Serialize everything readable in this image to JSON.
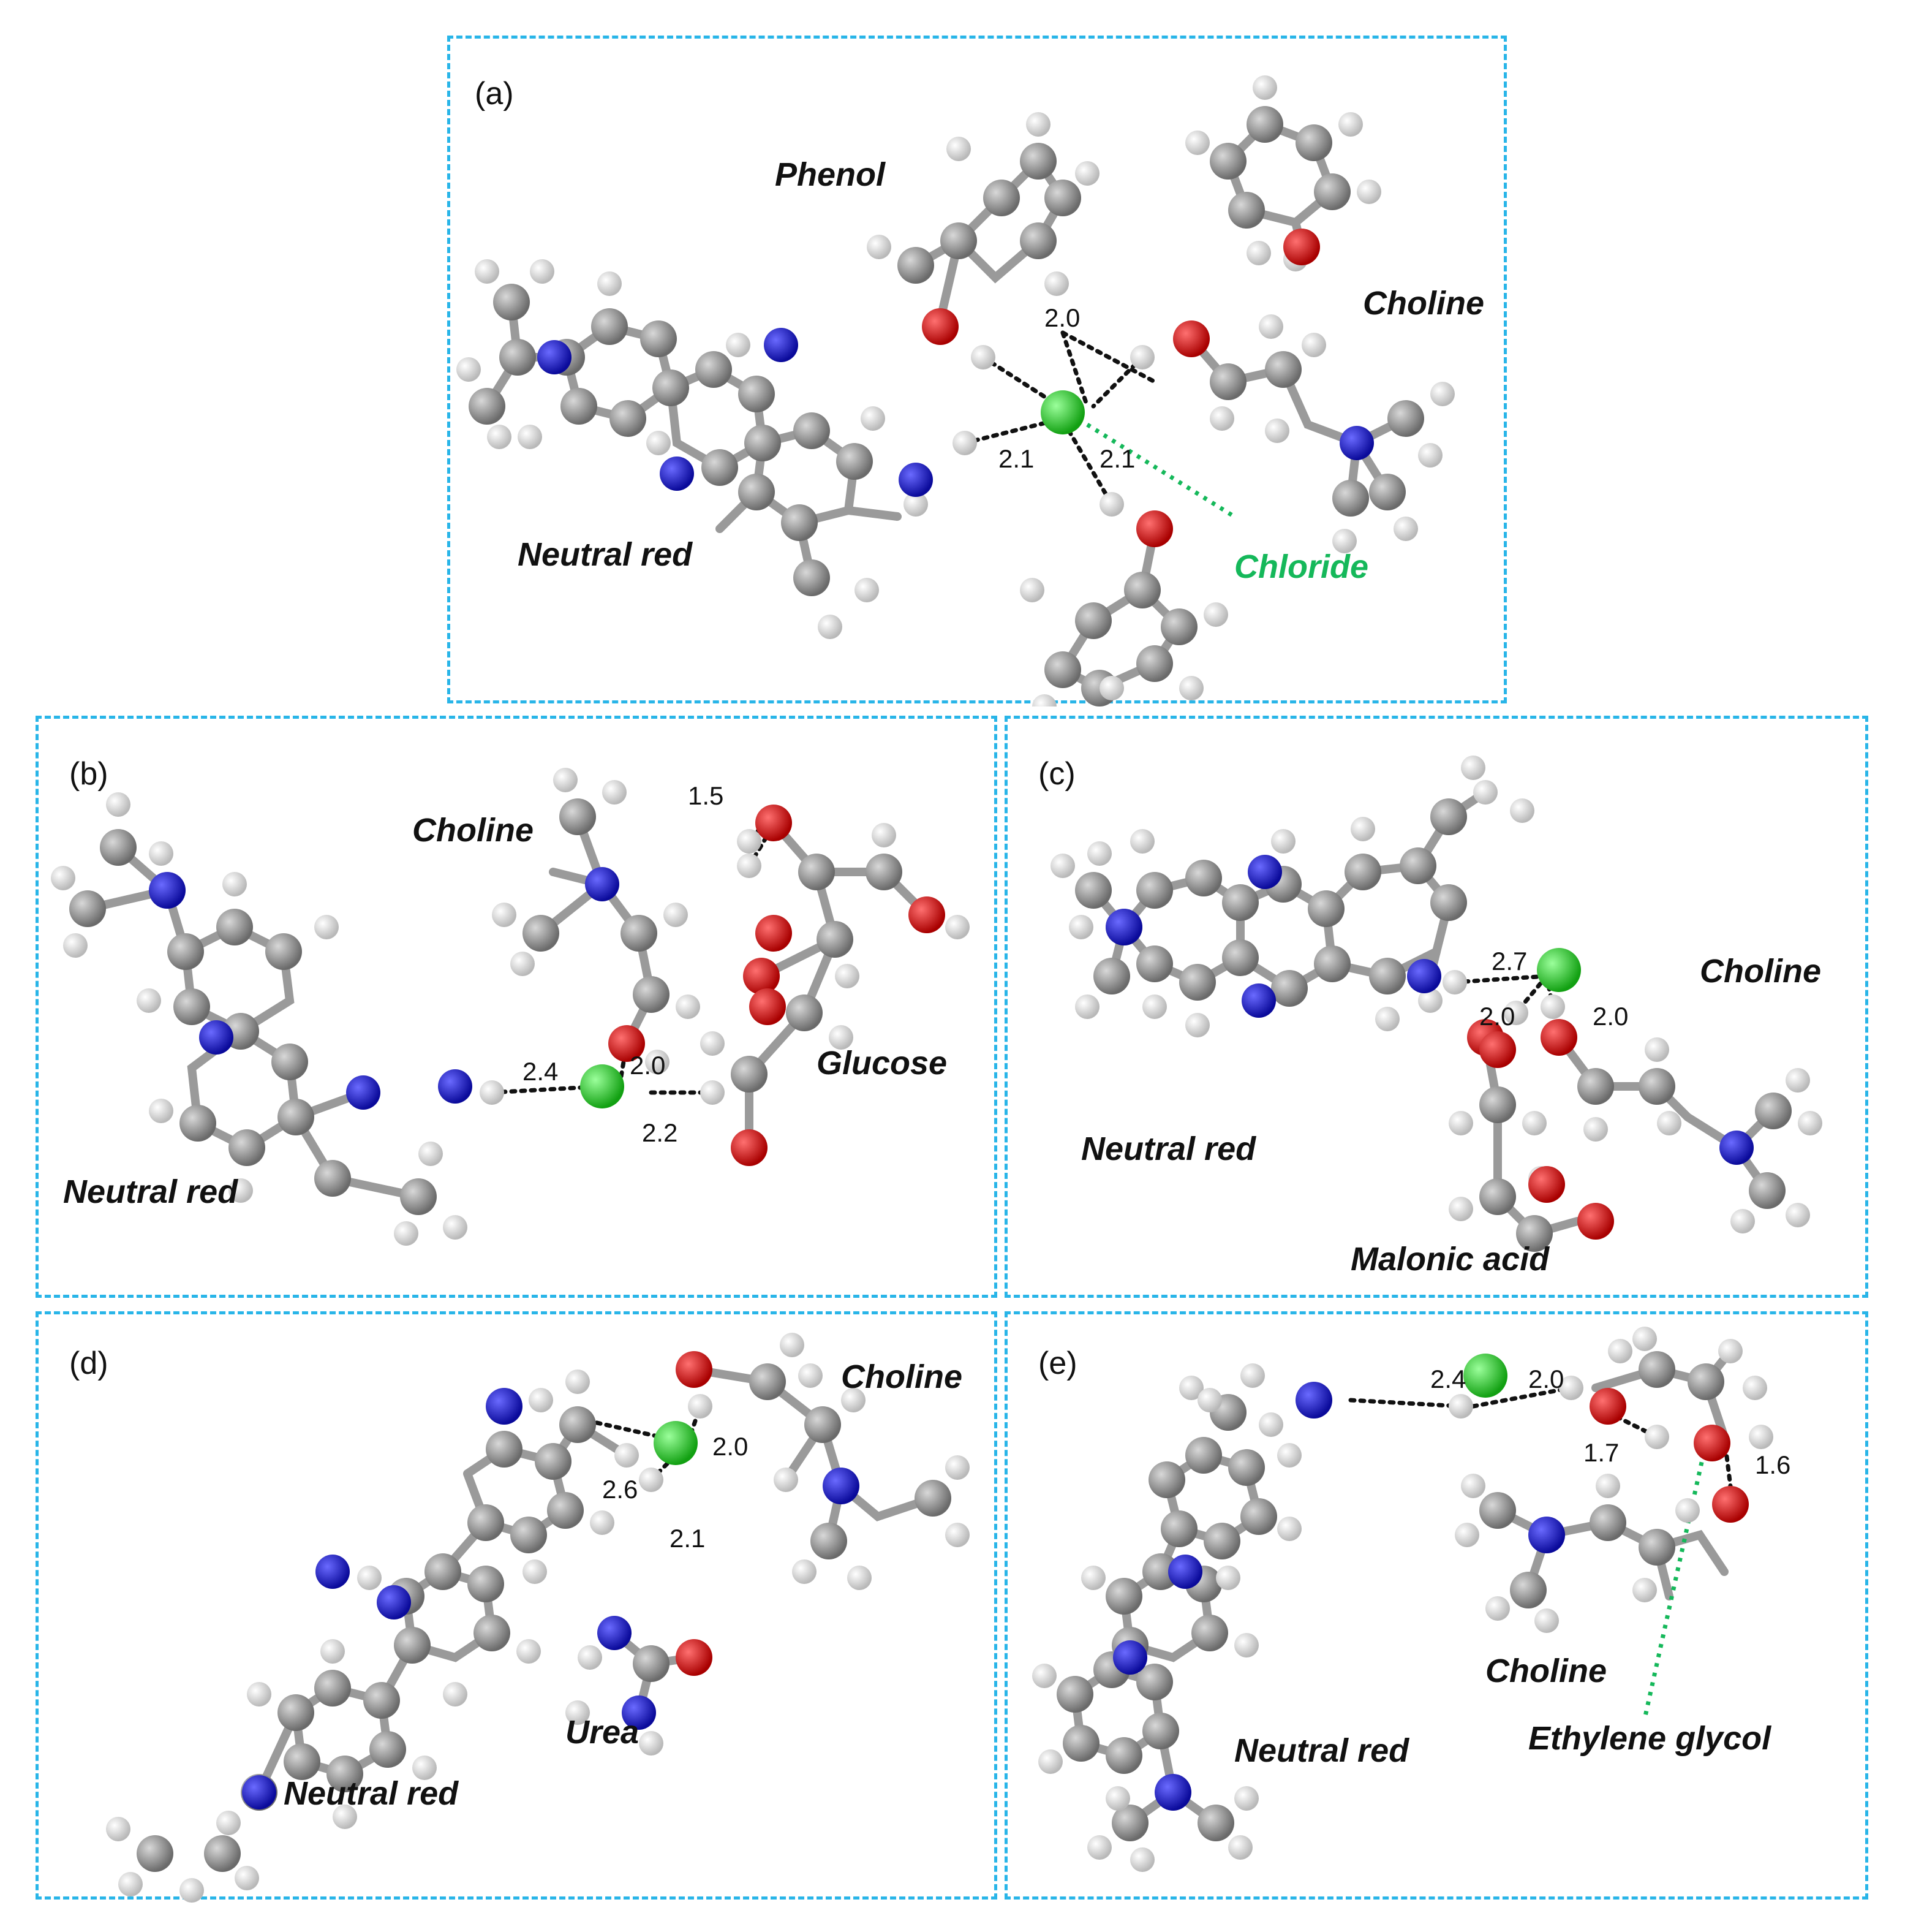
{
  "panels": {
    "a": {
      "label": "(a)",
      "molecules": [
        "Phenol",
        "Choline",
        "Neutral red",
        "Chloride"
      ],
      "distances": [
        "2.0",
        "2.1",
        "2.1"
      ]
    },
    "b": {
      "label": "(b)",
      "molecules": [
        "Choline",
        "Glucose",
        "Neutral red"
      ],
      "distances": [
        "1.5",
        "2.4",
        "2.0",
        "2.2"
      ]
    },
    "c": {
      "label": "(c)",
      "molecules": [
        "Choline",
        "Neutral red",
        "Malonic acid"
      ],
      "distances": [
        "2.7",
        "2.0",
        "2.0"
      ]
    },
    "d": {
      "label": "(d)",
      "molecules": [
        "Choline",
        "Urea",
        "Neutral red"
      ],
      "distances": [
        "2.0",
        "2.6",
        "2.1"
      ]
    },
    "e": {
      "label": "(e)",
      "molecules": [
        "Choline",
        "Neutral red",
        "Ethylene glycol"
      ],
      "distances": [
        "2.4",
        "2.0",
        "1.7",
        "1.6"
      ]
    }
  },
  "colors": {
    "carbon": "#8a8a8a",
    "hydrogen": "#e8e8e8",
    "nitrogen": "#1c1ccf",
    "oxygen": "#e00000",
    "chloride": "#22dd22",
    "panel_border": "#29b5e8",
    "chloride_label": "#15b85a"
  }
}
